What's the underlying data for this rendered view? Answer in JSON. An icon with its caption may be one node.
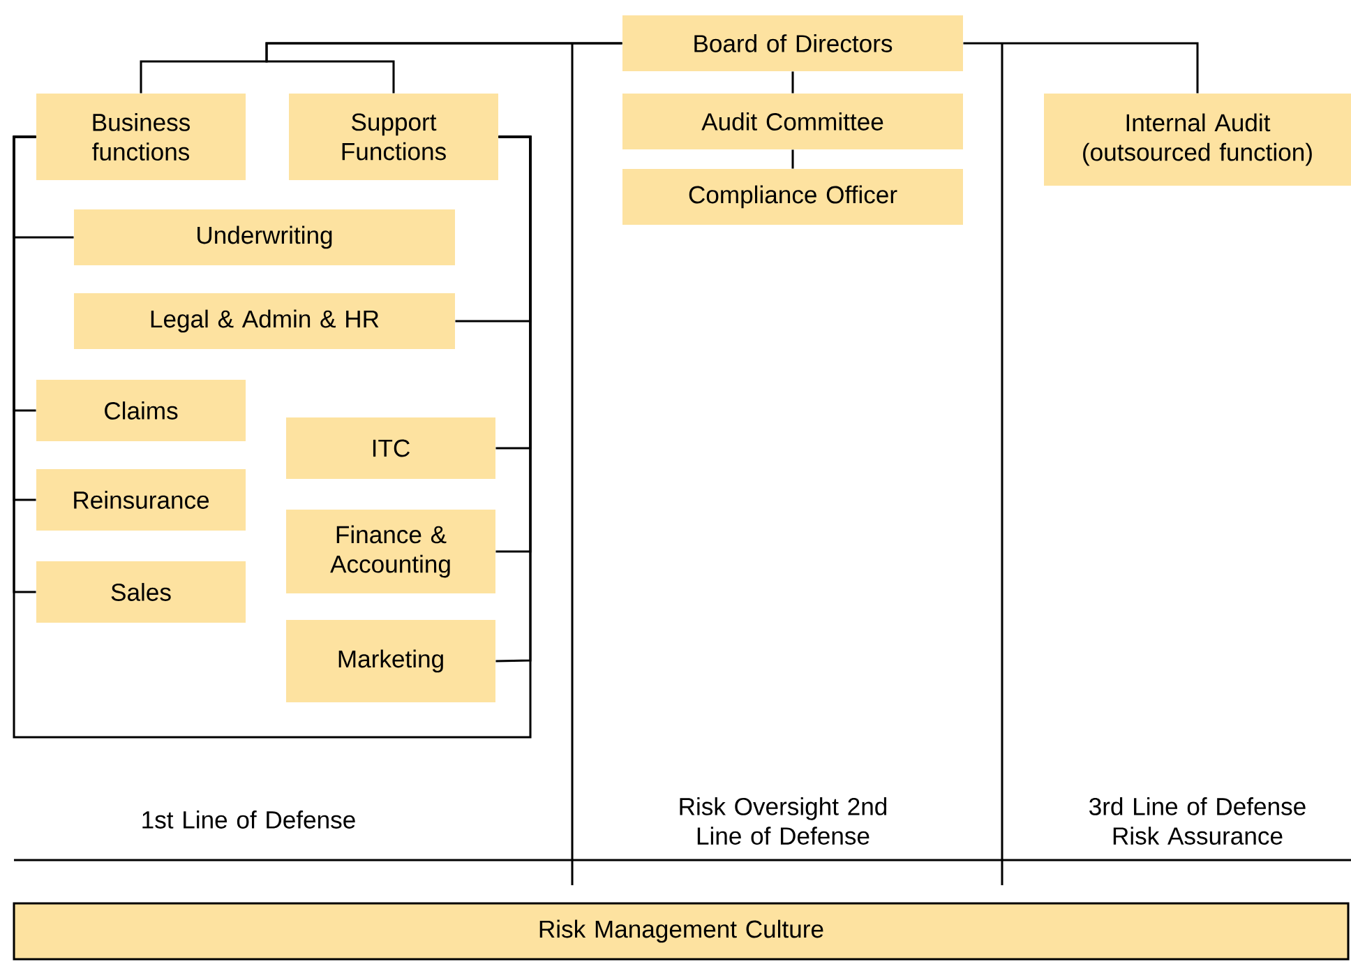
{
  "diagram": {
    "nodes": [
      {
        "text": [
          "Board of Directors"
        ]
      },
      {
        "text": [
          "Audit Committee"
        ]
      },
      {
        "text": [
          "Compliance Officer"
        ]
      },
      {
        "text": [
          "Internal Audit (outsourced function)"
        ]
      },
      {
        "text": [
          "Business functions"
        ]
      },
      {
        "text": [
          "Support Functions"
        ]
      },
      {
        "text": [
          "Underwriting"
        ]
      },
      {
        "text": [
          "Legal & Admin & HR"
        ]
      },
      {
        "text": [
          "Claims"
        ]
      },
      {
        "text": [
          "Reinsurance"
        ]
      },
      {
        "text": [
          "Sales"
        ]
      },
      {
        "text": [
          "ITC"
        ]
      },
      {
        "text": [
          "Finance & Accounting"
        ]
      },
      {
        "text": [
          "Marketing"
        ]
      },
      {
        "text": [
          "Risk Management Culture"
        ]
      }
    ],
    "edges": [
      {
        "from": 0,
        "to": 4,
        "arrow": "none"
      },
      {
        "from": 0,
        "to": 5,
        "arrow": "none"
      },
      {
        "from": 0,
        "to": 1,
        "arrow": "none"
      },
      {
        "from": 1,
        "to": 2,
        "arrow": "none"
      },
      {
        "from": 0,
        "to": 3,
        "arrow": "none"
      },
      {
        "from": 4,
        "to": 6,
        "arrow": "none"
      },
      {
        "from": 4,
        "to": 8,
        "arrow": "none"
      },
      {
        "from": 4,
        "to": 9,
        "arrow": "none"
      },
      {
        "from": 4,
        "to": 10,
        "arrow": "none"
      },
      {
        "from": 5,
        "to": 7,
        "arrow": "none"
      },
      {
        "from": 5,
        "to": 11,
        "arrow": "none"
      },
      {
        "from": 5,
        "to": 12,
        "arrow": "none"
      },
      {
        "from": 5,
        "to": 13,
        "arrow": "none"
      },
      {
        "from": 4,
        "to": 5,
        "arrow": "none"
      }
    ],
    "labels": [
      "1st Line of Defense",
      "Risk Oversight 2nd Line of Defense",
      "3rd Line of Defense Risk Assurance"
    ]
  }
}
